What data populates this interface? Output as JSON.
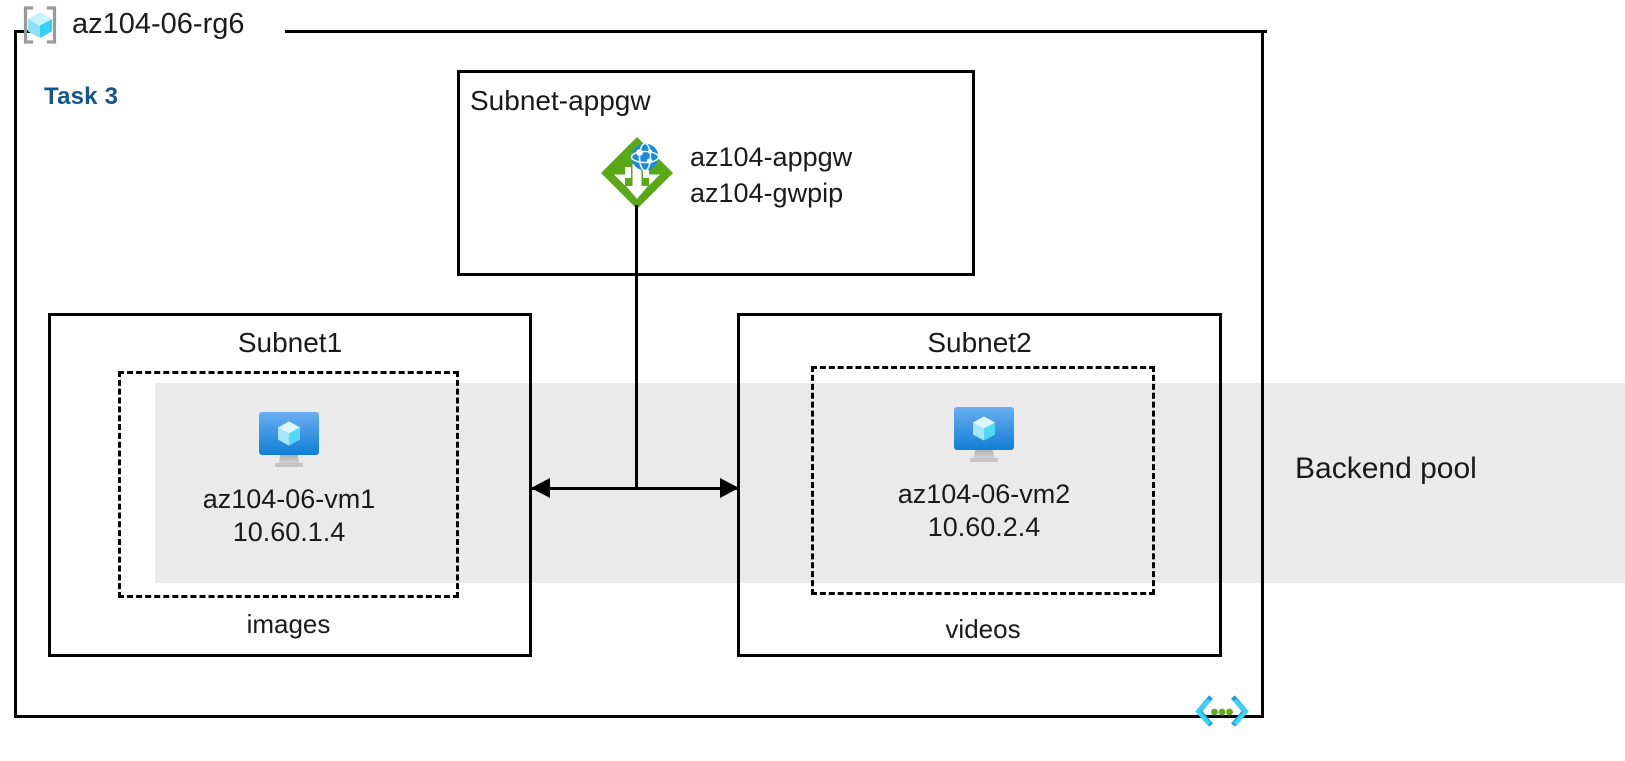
{
  "diagram": {
    "resource_group": {
      "name": "az104-06-rg6",
      "icon": "resource-group-cube-icon"
    },
    "task_label": "Task 3",
    "backend_pool": {
      "label": "Backend pool",
      "band_color": "#eaeaea"
    },
    "template_icon": "arm-template-code-icon",
    "subnets": [
      {
        "id": "subnet-appgw",
        "title": "Subnet-appgw",
        "resources": [
          {
            "icon": "application-gateway-icon",
            "icon_color": "#59a818",
            "lines": [
              "az104-appgw",
              "az104-gwpip"
            ]
          }
        ]
      },
      {
        "id": "subnet1",
        "title": "Subnet1",
        "caption": "images",
        "vm": {
          "icon": "virtual-machine-icon",
          "name": "az104-06-vm1",
          "ip": "10.60.1.4"
        }
      },
      {
        "id": "subnet2",
        "title": "Subnet2",
        "caption": "videos",
        "vm": {
          "icon": "virtual-machine-icon",
          "name": "az104-06-vm2",
          "ip": "10.60.2.4"
        }
      }
    ],
    "connectors": [
      {
        "id": "appgw-to-backend",
        "type": "vertical-line"
      },
      {
        "id": "subnet1-subnet2-link",
        "type": "double-arrow"
      }
    ],
    "colors": {
      "accent_blue": "#11568f",
      "gateway_green": "#59a818",
      "vm_blue": "#1b8ade",
      "cube_cyan": "#50e6ff",
      "band_gray": "#eaeaea",
      "stroke": "#000000"
    }
  }
}
